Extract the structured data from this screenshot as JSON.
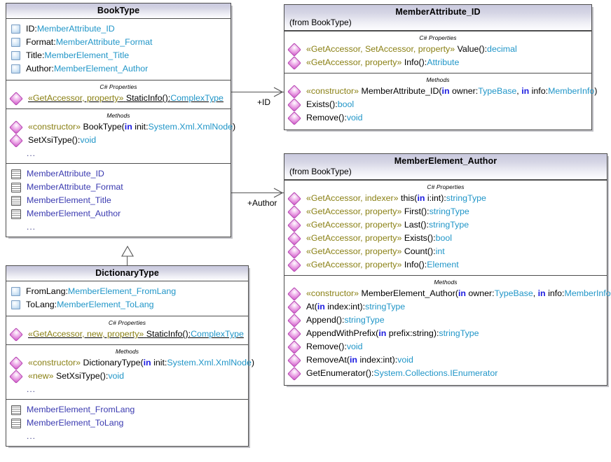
{
  "diagram": {
    "type": "uml-class-diagram",
    "classes": [
      {
        "id": "booktype",
        "title": "BookType",
        "subtitle": "",
        "attributes": [
          {
            "icon": "attribute-icon",
            "name": "ID:",
            "type": "MemberAttribute_ID"
          },
          {
            "icon": "attribute-icon",
            "name": "Format:",
            "type": "MemberAttribute_Format"
          },
          {
            "icon": "attribute-icon",
            "name": "Title:",
            "type": "MemberElement_Title"
          },
          {
            "icon": "attribute-icon",
            "name": "Author:",
            "type": "MemberElement_Author"
          }
        ],
        "properties_caption": "C# Properties",
        "properties": [
          {
            "icon": "property-icon",
            "stereotype": "«GetAccessor, property»",
            "name": "StaticInfo():",
            "type": "ComplexType",
            "static": true
          }
        ],
        "methods_caption": "Methods",
        "methods": [
          {
            "icon": "method-icon",
            "stereotype": "«constructor»",
            "name": "BookType(",
            "kw": "in",
            "param": " init:",
            "type": "System.Xml.XmlNode",
            "close": ")"
          },
          {
            "icon": "method-icon",
            "stereotype": "",
            "name": "SetXsiType():",
            "type": "void"
          }
        ],
        "methods_more": "...",
        "nested": [
          {
            "icon": "nested-class-icon",
            "name": "MemberAttribute_ID"
          },
          {
            "icon": "nested-class-icon",
            "name": "MemberAttribute_Format"
          },
          {
            "icon": "nested-class-icon",
            "name": "MemberElement_Title"
          },
          {
            "icon": "nested-class-icon",
            "name": "MemberElement_Author"
          }
        ],
        "nested_more": "..."
      },
      {
        "id": "dictionarytype",
        "title": "DictionaryType",
        "subtitle": "",
        "attributes": [
          {
            "icon": "attribute-icon",
            "name": "FromLang:",
            "type": "MemberElement_FromLang"
          },
          {
            "icon": "attribute-icon",
            "name": "ToLang:",
            "type": "MemberElement_ToLang"
          }
        ],
        "properties_caption": "C# Properties",
        "properties": [
          {
            "icon": "property-icon",
            "stereotype": "«GetAccessor, new, property»",
            "name": "StaticInfo():",
            "type": "ComplexType",
            "static": true
          }
        ],
        "methods_caption": "Methods",
        "methods": [
          {
            "icon": "method-icon",
            "stereotype": "«constructor»",
            "name": "DictionaryType(",
            "kw": "in",
            "param": " init:",
            "type": "System.Xml.XmlNode",
            "close": ")"
          },
          {
            "icon": "method-icon",
            "stereotype": "«new»",
            "name": "SetXsiType():",
            "type": "void"
          }
        ],
        "methods_more": "...",
        "nested": [
          {
            "icon": "nested-class-icon",
            "name": "MemberElement_FromLang"
          },
          {
            "icon": "nested-class-icon",
            "name": "MemberElement_ToLang"
          }
        ],
        "nested_more": "..."
      },
      {
        "id": "memberattribute_id",
        "title": "MemberAttribute_ID",
        "subtitle": "(from BookType)",
        "properties_caption": "C# Properties",
        "properties": [
          {
            "icon": "property-icon",
            "stereotype": "«GetAccessor, SetAccessor, property»",
            "name": "Value():",
            "type": "decimal"
          },
          {
            "icon": "property-icon",
            "stereotype": "«GetAccessor, property»",
            "name": "Info():",
            "type": "Attribute"
          }
        ],
        "methods_caption": "Methods",
        "methods": [
          {
            "icon": "method-icon",
            "stereotype": "«constructor»",
            "name": "MemberAttribute_ID(",
            "kw": "in",
            "param": " owner:",
            "type": "TypeBase",
            "kw2": "in",
            "param2": " info:",
            "type2": "MemberInfo",
            "close": ")"
          },
          {
            "icon": "method-icon",
            "stereotype": "",
            "name": "Exists():",
            "type": "bool"
          },
          {
            "icon": "method-icon",
            "stereotype": "",
            "name": "Remove():",
            "type": "void"
          }
        ]
      },
      {
        "id": "memberelement_author",
        "title": "MemberElement_Author",
        "subtitle": "(from BookType)",
        "properties_caption": "C# Properties",
        "properties": [
          {
            "icon": "property-icon",
            "stereotype": "«GetAccessor, indexer»",
            "name": "this(",
            "kw": "in",
            "param": " i:int",
            "close": "):",
            "type": "stringType"
          },
          {
            "icon": "property-icon",
            "stereotype": "«GetAccessor, property»",
            "name": "First():",
            "type": "stringType"
          },
          {
            "icon": "property-icon",
            "stereotype": "«GetAccessor, property»",
            "name": "Last():",
            "type": "stringType"
          },
          {
            "icon": "property-icon",
            "stereotype": "«GetAccessor, property»",
            "name": "Exists():",
            "type": "bool"
          },
          {
            "icon": "property-icon",
            "stereotype": "«GetAccessor, property»",
            "name": "Count():",
            "type": "int"
          },
          {
            "icon": "property-icon",
            "stereotype": "«GetAccessor, property»",
            "name": "Info():",
            "type": "Element"
          }
        ],
        "methods_caption": "Methods",
        "methods": [
          {
            "icon": "method-icon",
            "stereotype": "«constructor»",
            "name": "MemberElement_Author(",
            "kw": "in",
            "param": " owner:",
            "type": "TypeBase",
            "kw2": "in",
            "param2": " info:",
            "type2": "MemberInfo",
            "close": ")"
          },
          {
            "icon": "method-icon",
            "stereotype": "",
            "name": "At(",
            "kw": "in",
            "param": " index:int",
            "close": "):",
            "type": "stringType"
          },
          {
            "icon": "method-icon",
            "stereotype": "",
            "name": "Append():",
            "type": "stringType"
          },
          {
            "icon": "method-icon",
            "stereotype": "",
            "name": "AppendWithPrefix(",
            "kw": "in",
            "param": " prefix:string",
            "close": "):",
            "type": "stringType"
          },
          {
            "icon": "method-icon",
            "stereotype": "",
            "name": "Remove():",
            "type": "void"
          },
          {
            "icon": "method-icon",
            "stereotype": "",
            "name": "RemoveAt(",
            "kw": "in",
            "param": " index:int",
            "close": "):",
            "type": "void"
          },
          {
            "icon": "method-icon",
            "stereotype": "",
            "name": "GetEnumerator():",
            "type": "System.Collections.IEnumerator"
          }
        ]
      }
    ],
    "connectors": [
      {
        "id": "assoc-id",
        "label": "+ID",
        "kind": "association",
        "from": "booktype",
        "to": "memberattribute_id"
      },
      {
        "id": "assoc-author",
        "label": "+Author",
        "kind": "association",
        "from": "booktype",
        "to": "memberelement_author"
      },
      {
        "id": "gen-dictionary",
        "label": "",
        "kind": "generalization",
        "from": "dictionarytype",
        "to": "booktype"
      }
    ],
    "colors": {
      "header_gradient_top": "#c9c9de",
      "header_gradient_bottom": "#fdfdff",
      "border": "#4d4d4d",
      "type_text": "#2196c8",
      "stereotype_text": "#8a8014",
      "keyword_in": "#1a1ae0",
      "nested_class_text": "#3a3ab0",
      "connector": "#555555"
    }
  }
}
